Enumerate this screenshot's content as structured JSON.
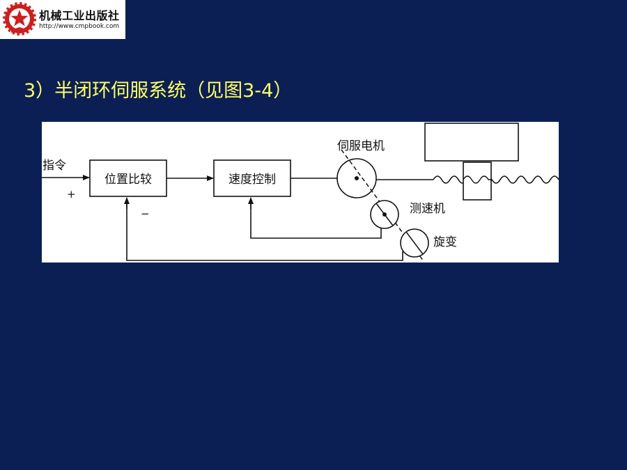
{
  "logo": {
    "name": "机械工业出版社",
    "url": "http://www.cmpbook.com",
    "emblem_icon": "gear-book-star-icon"
  },
  "heading": "3）半闭环伺服系统（见图3-4）",
  "diagram": {
    "input_label": "指令",
    "plus_sign": "+",
    "minus_sign": "−",
    "position_compare": "位置比较",
    "speed_control": "速度控制",
    "servo_motor": "伺服电机",
    "tachometer": "测速机",
    "resolver": "旋变"
  },
  "colors": {
    "background": "#0c1f55",
    "heading": "#ffff66",
    "logo_red": "#cc1f1f"
  }
}
